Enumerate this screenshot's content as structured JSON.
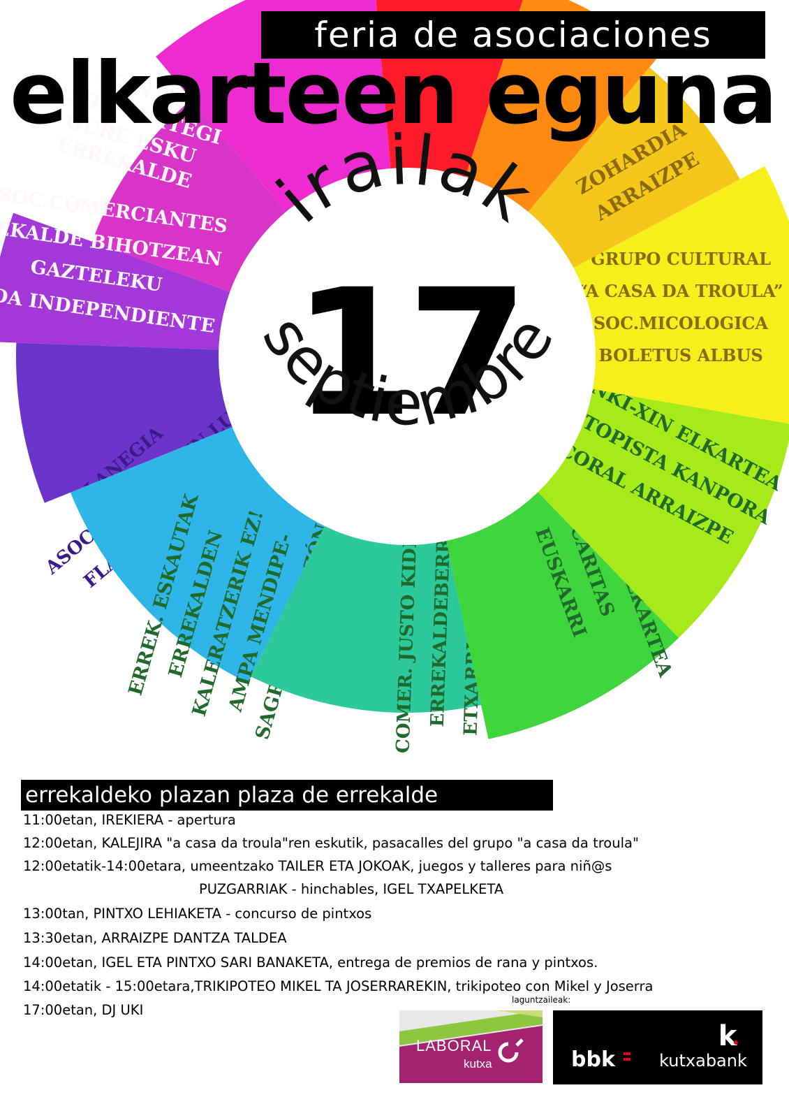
{
  "header": {
    "subtitle": "feria de asociaciones",
    "title": "elkarteen eguna"
  },
  "center": {
    "month_eu": "irailak",
    "day": "17",
    "month_es": "septiembre"
  },
  "segments": [
    {
      "color": "#d934c8",
      "lines": [
        "AGINTZA",
        "ASOC.BIZITEGI",
        "GURE ESKU",
        "ERREKALDE"
      ]
    },
    {
      "color": "#a338d8",
      "lines": [
        "ASOC.COMERCIANTES",
        "REKALDE BIHOTZEAN",
        "GAZTELEKU",
        "VIDA INDEPENDIENTE"
      ]
    },
    {
      "color": "#6a35c8",
      "lines": [
        "LANEGIA",
        "ASOC.EMAKUMEEN LUR",
        "FLAMENCO AZAHAR"
      ]
    },
    {
      "color": "#2fb6e8",
      "lines": [
        "ERREK. ESKAUTAK",
        "ERREKALDEN",
        "KALERATZERIK EZ!",
        "AMPA MENDIPE-",
        "SAGRADO CORAZÓN"
      ]
    },
    {
      "color": "#2cc99a",
      "lines": [
        "COMER. JUSTO KIDENDA",
        "ERREKALDEBERRIZ",
        "ETXARRI GAZTETXEA"
      ]
    },
    {
      "color": "#3fd53c",
      "lines": [
        "GANEKOOP ELKARTEA",
        "CARITAS",
        "EUSKARRI"
      ]
    },
    {
      "color": "#a6ea1a",
      "lines": [
        "ONKI-XIN ELKARTEA",
        "AUTOPISTA KANPORA",
        "CORAL ARRAIZPE"
      ]
    },
    {
      "color": "#f6ef1b",
      "lines": [
        "GRUPO CULTURAL",
        "“A CASA DA TROULA”",
        "SOC.MICOLOGICA",
        "BOLETUS ALBUS"
      ]
    },
    {
      "color": "#f5c71a",
      "lines": [
        "ZOHARDIA",
        "ARRAIZPE"
      ]
    }
  ],
  "top_colors": [
    "#ee2bd0",
    "#ff1b29",
    "#ff8a12"
  ],
  "program": {
    "header": "errekaldeko plazan  plaza de errekalde",
    "items": [
      "11:00etan, IREKIERA - apertura",
      "12:00etan, KALEJIRA \"a casa da troula\"ren eskutik, pasacalles del grupo \"a casa da troula\"",
      "12:00etatik-14:00etara, umeentzako TAILER ETA JOKOAK, juegos y talleres para niñ@s",
      "PUZGARRIAK - hinchables, IGEL TXAPELKETA",
      "13:00tan, PINTXO LEHIAKETA - concurso de pintxos",
      "13:30etan, ARRAIZPE DANTZA TALDEA",
      "14:00etan, IGEL ETA PINTXO SARI BANAKETA, entrega de premios de rana y pintxos.",
      "14:00etatik - 15:00etara,TRIKIPOTEO MIKEL TA JOSERRAREKIN, trikipoteo con Mikel y Joserra",
      "17:00etan, DJ UKI"
    ]
  },
  "sponsors": {
    "label": "laguntzaileak:",
    "laboral": {
      "name": "LABORAL",
      "sub": "kutxa"
    },
    "kutxabank": {
      "bbk": "bbk",
      "name": "kutxabank",
      "k": "k"
    }
  }
}
